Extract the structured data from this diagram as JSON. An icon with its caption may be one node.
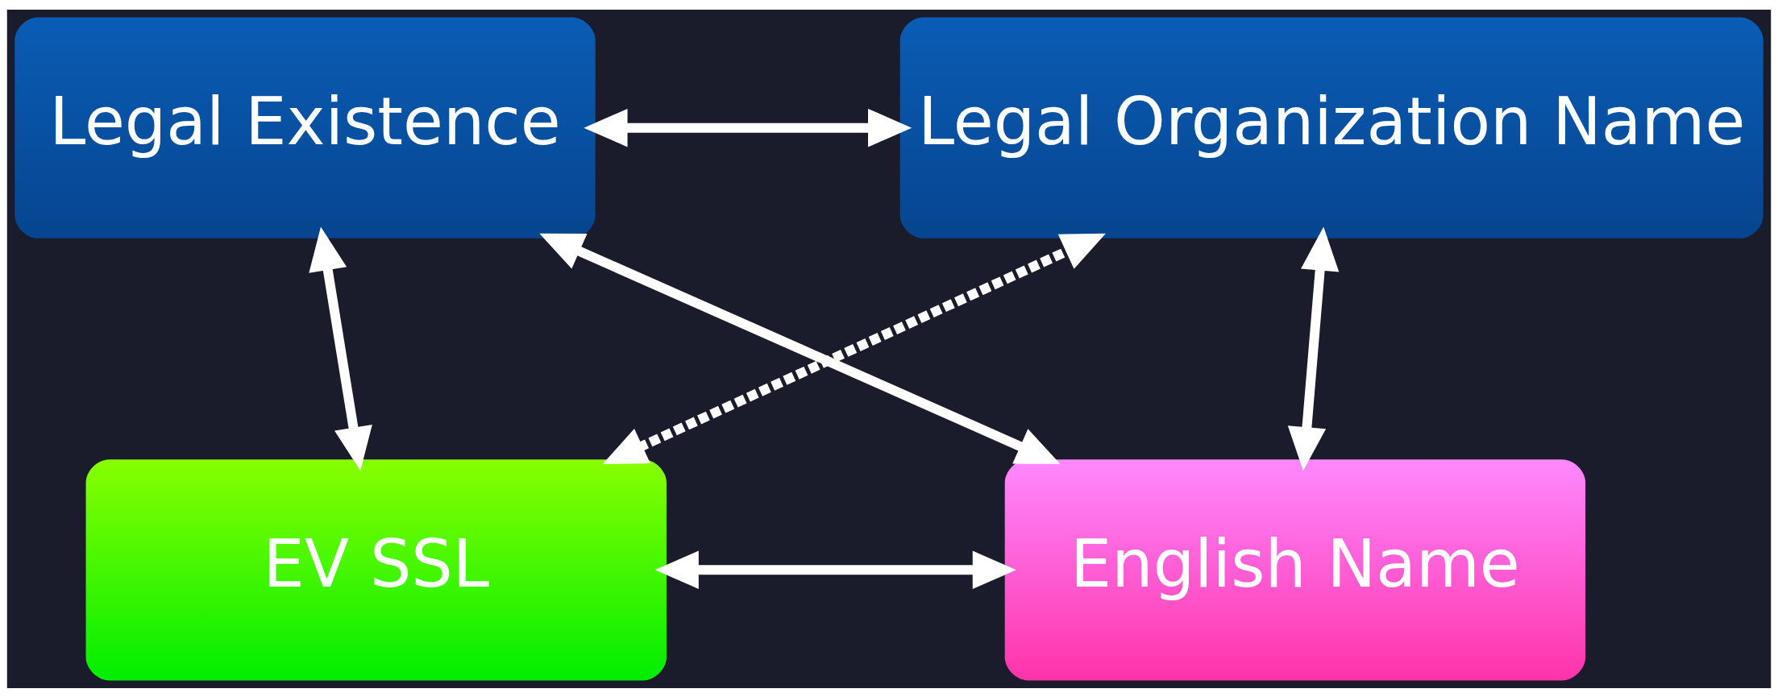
{
  "diagram": {
    "nodes": [
      {
        "text": [
          "Legal Existence"
        ]
      },
      {
        "text": [
          "Legal Organization Name"
        ]
      },
      {
        "text": [
          "EV SSL"
        ]
      },
      {
        "text": [
          "English Name"
        ]
      }
    ],
    "edges": [
      {
        "from": 0,
        "to": 1,
        "arrow": "both"
      },
      {
        "from": 0,
        "to": 2,
        "arrow": "both"
      },
      {
        "from": 1,
        "to": 3,
        "arrow": "both"
      },
      {
        "from": 0,
        "to": 3,
        "arrow": "both"
      },
      {
        "from": 2,
        "to": 1,
        "arrow": "both",
        "style": "dashed"
      },
      {
        "from": 2,
        "to": 3,
        "arrow": "both"
      }
    ]
  }
}
